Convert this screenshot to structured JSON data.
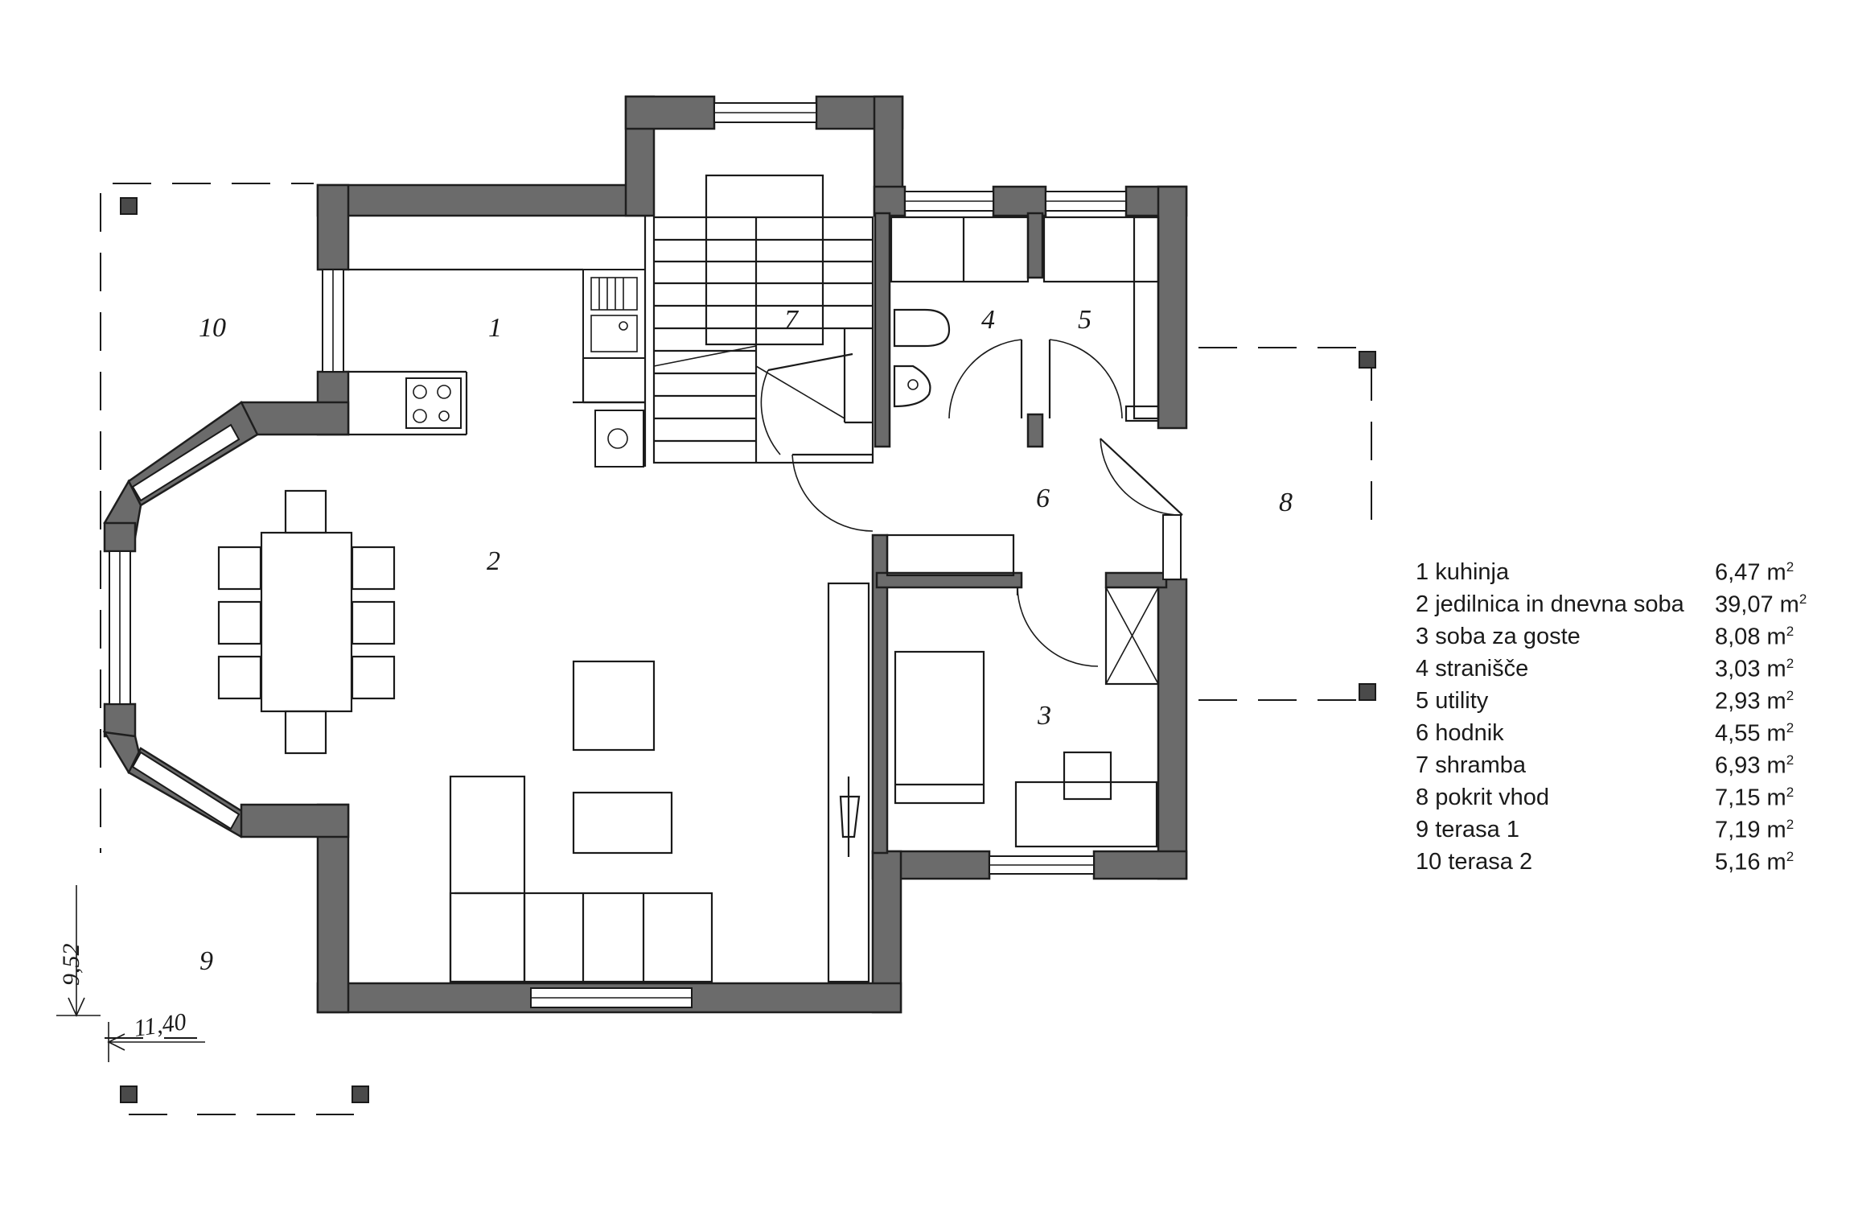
{
  "rooms": [
    {
      "no": "1",
      "name": "kuhinja",
      "area": "6,47",
      "unit": "m",
      "exp": "2"
    },
    {
      "no": "2",
      "name": "jedilnica in dnevna soba",
      "area": "39,07",
      "unit": "m",
      "exp": "2"
    },
    {
      "no": "3",
      "name": "soba za goste",
      "area": "8,08",
      "unit": "m",
      "exp": "2"
    },
    {
      "no": "4",
      "name": "stranišče",
      "area": "3,03",
      "unit": "m",
      "exp": "2"
    },
    {
      "no": "5",
      "name": "utility",
      "area": "2,93",
      "unit": "m",
      "exp": "2"
    },
    {
      "no": "6",
      "name": "hodnik",
      "area": "4,55",
      "unit": "m",
      "exp": "2"
    },
    {
      "no": "7",
      "name": "shramba",
      "area": "6,93",
      "unit": "m",
      "exp": "2"
    },
    {
      "no": "8",
      "name": "pokrit vhod",
      "area": "7,15",
      "unit": "m",
      "exp": "2"
    },
    {
      "no": "9",
      "name": "terasa 1",
      "area": "7,19",
      "unit": "m",
      "exp": "2"
    },
    {
      "no": "10",
      "name": "terasa 2",
      "area": "5,16",
      "unit": "m",
      "exp": "2"
    }
  ],
  "dimensions": {
    "depth": "9,52",
    "width": "11,40"
  },
  "colors": {
    "wall": "#6b6b6b",
    "line": "#1a1a1a",
    "background": "#ffffff"
  }
}
